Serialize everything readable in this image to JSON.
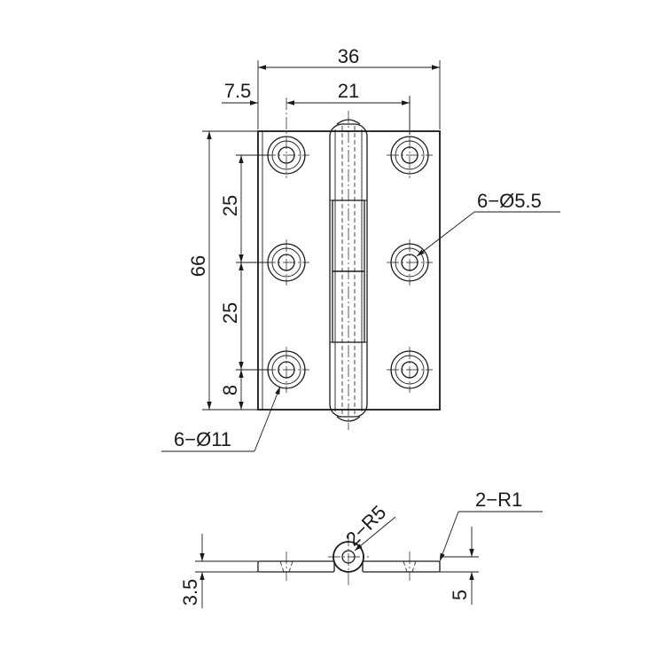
{
  "dimensions": {
    "overall_width": "36",
    "hole_spacing_horizontal": "21",
    "edge_offset": "7.5",
    "overall_height": "66",
    "hole_pitch_upper": "25",
    "hole_pitch_lower": "25",
    "bottom_offset": "8",
    "thickness": "3.5",
    "leaf_thickness": "5"
  },
  "callouts": {
    "small_holes": "6−Ø5.5",
    "counterbores": "6−Ø11",
    "knuckle_radius": "2−R5",
    "corner_radius": "2−R1"
  },
  "colors": {
    "line": "#1a1a1a",
    "background": "#ffffff"
  }
}
